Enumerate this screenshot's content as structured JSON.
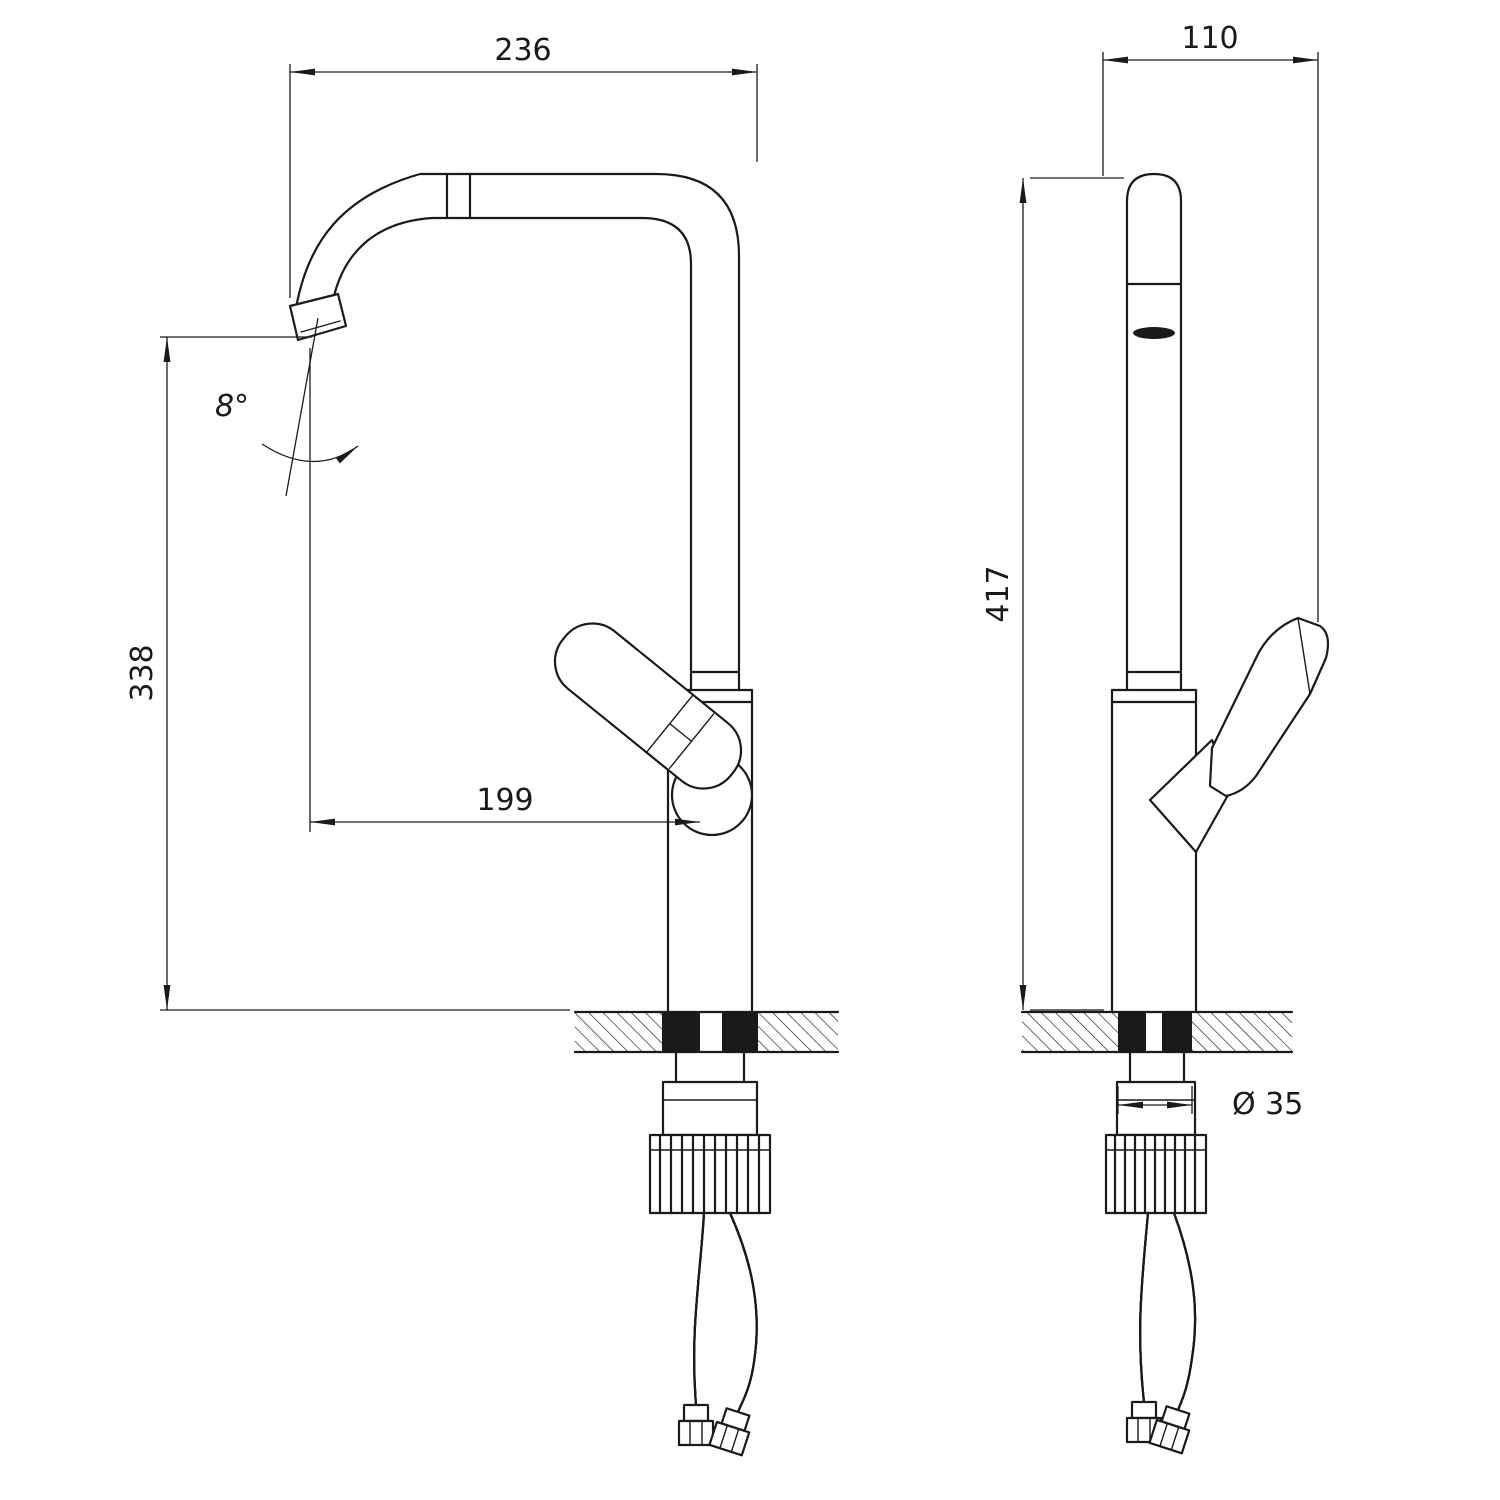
{
  "dimensions": {
    "front_view": {
      "spout_projection_width": "236",
      "outlet_height": "338",
      "outlet_reach": "199",
      "outlet_angle": "8°"
    },
    "side_view": {
      "overall_depth": "110",
      "overall_height": "417",
      "base_diameter": "Ø 35"
    }
  },
  "colors": {
    "line": "#1a1a1a",
    "background": "#ffffff"
  }
}
